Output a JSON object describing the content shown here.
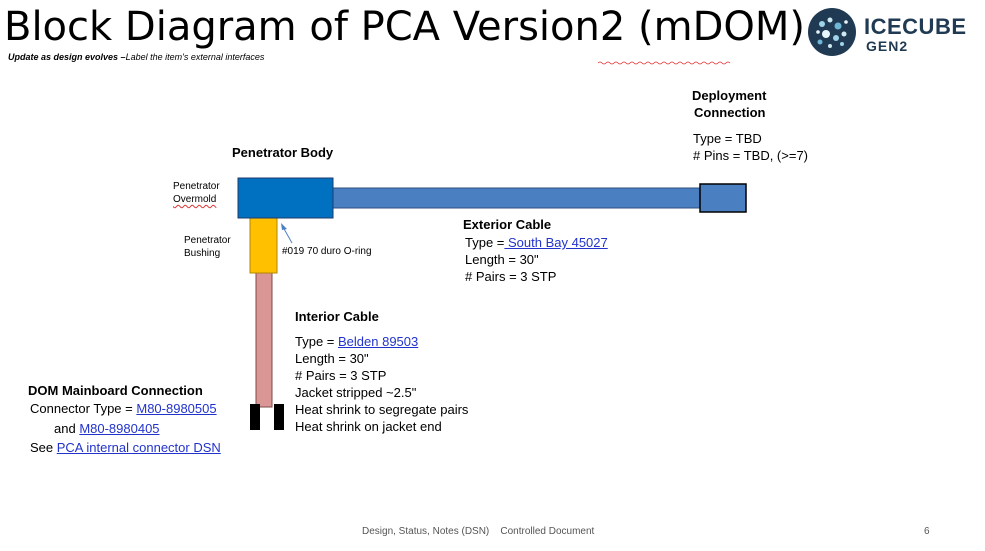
{
  "title": "Block Diagram of PCA Version2 (mDOM)",
  "subtitle_bold": "Update as design evolves –",
  "subtitle_italic": "Label the item's external interfaces",
  "logo": {
    "line1": "ICECUBE",
    "line2": "GEN2"
  },
  "deployment": {
    "heading_line1": "Deployment",
    "heading_line2": "Connection",
    "type": "Type = TBD",
    "pins": "# Pins = TBD, (>=7)"
  },
  "penetrator_body": {
    "heading": "Penetrator Body"
  },
  "overmold": {
    "line1": "Penetrator",
    "line2": "Overmold"
  },
  "bushing": {
    "line1": "Penetrator",
    "line2": "Bushing"
  },
  "oring": {
    "text": "#019 70 duro O-ring"
  },
  "exterior_cable": {
    "heading": "Exterior Cable",
    "type_prefix": "Type =",
    "type_link": " South Bay 45027",
    "length": "Length = 30\"",
    "pairs": "# Pairs = 3 STP"
  },
  "interior_cable": {
    "heading": "Interior Cable",
    "type_prefix": "Type = ",
    "type_link": "Belden 89503",
    "length": "Length = 30\"",
    "pairs": "# Pairs = 3 STP",
    "jacket": "Jacket stripped ~2.5\"",
    "heat1": "Heat shrink to segregate pairs",
    "heat2": "Heat shrink on jacket end"
  },
  "mainboard": {
    "heading": "DOM Mainboard Connection",
    "connector_prefix": "Connector Type = ",
    "connector_link1": "M80-8980505",
    "and_prefix": "and ",
    "connector_link2": "M80-8980405",
    "see_prefix": "See ",
    "see_link": "PCA internal connector DSN"
  },
  "footer": {
    "center": "Design, Status, Notes (DSN)    Controlled Document",
    "page": "6"
  },
  "colors": {
    "overmold": "#0070c0",
    "exterior_cable": "#4a7fc1",
    "bushing": "#ffc000",
    "interior_cable": "#d99694",
    "connector": "#000000",
    "link": "#2233cc"
  }
}
